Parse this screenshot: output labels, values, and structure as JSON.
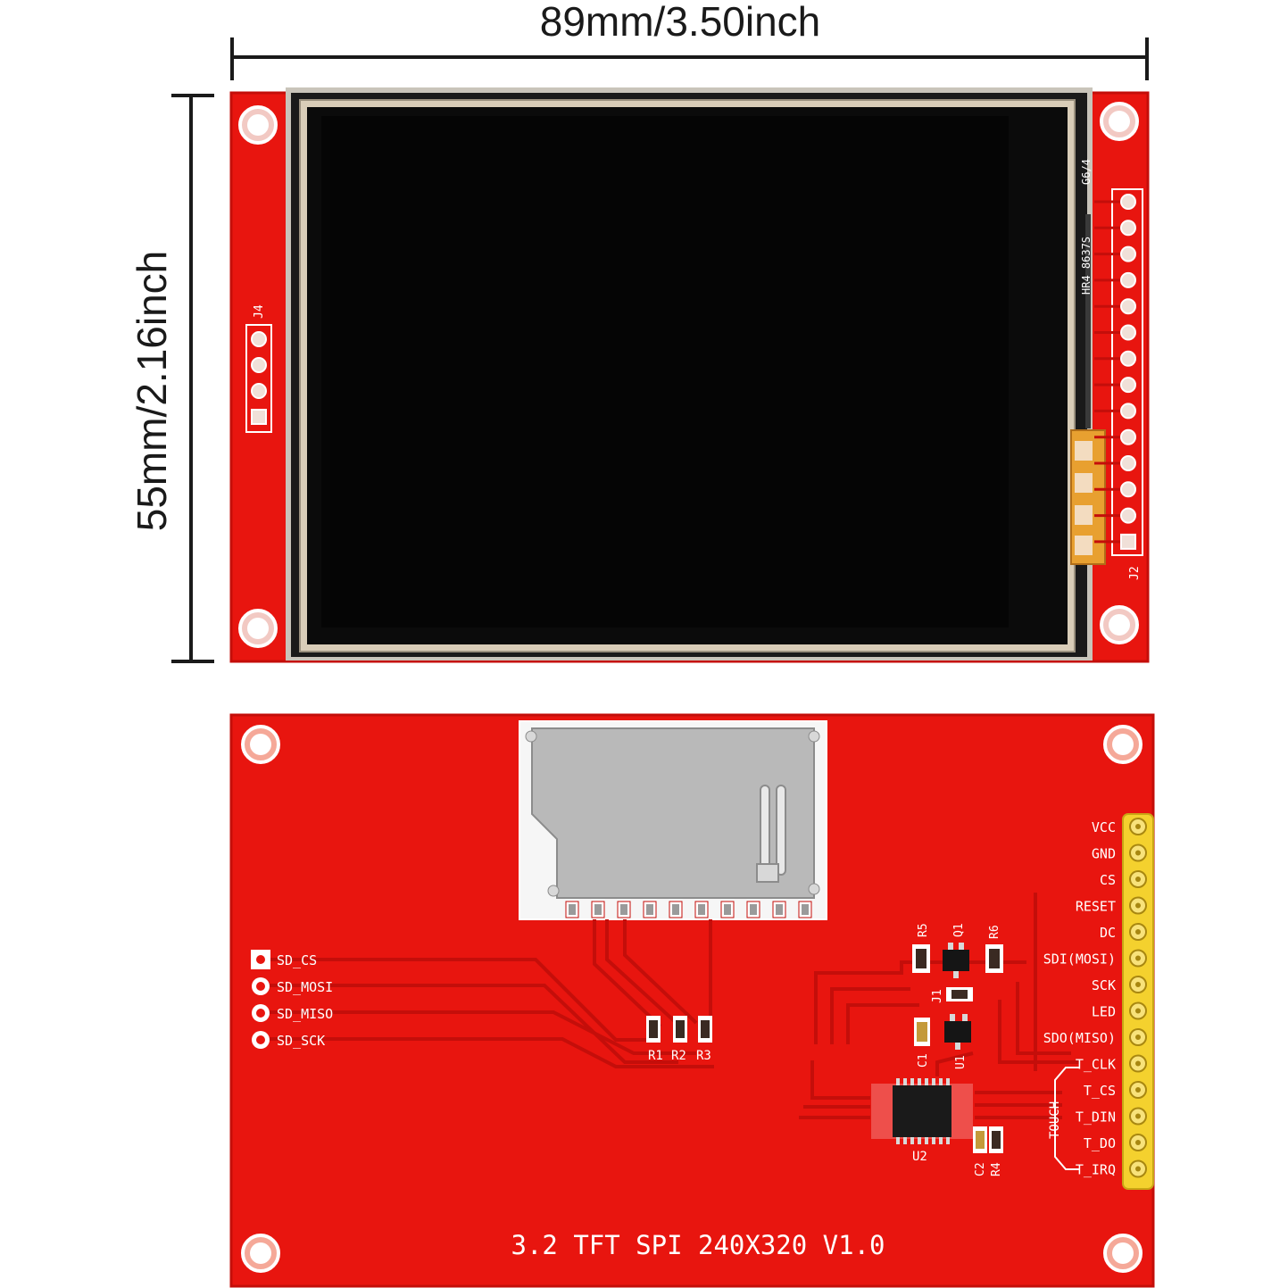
{
  "dimensions": {
    "width_label": "89mm/3.50inch",
    "height_label": "55mm/2.16inch"
  },
  "front": {
    "header_j4": "J4",
    "header_j2": "J2",
    "flex_label_1": "G6/4",
    "flex_label_2": "HR4 8637S"
  },
  "back": {
    "sd_pins": [
      "SD_CS",
      "SD_MOSI",
      "SD_MISO",
      "SD_SCK"
    ],
    "pins": [
      "VCC",
      "GND",
      "CS",
      "RESET",
      "DC",
      "SDI(MOSI)",
      "SCK",
      "LED",
      "SDO(MISO)",
      "T_CLK",
      "T_CS",
      "T_DIN",
      "T_DO",
      "T_IRQ"
    ],
    "touch_label": "TOUCH",
    "components": {
      "r1": "R1",
      "r2": "R2",
      "r3": "R3",
      "r4": "R4",
      "r5": "R5",
      "r6": "R6",
      "c1": "C1",
      "c2": "C2",
      "q1": "Q1",
      "u1": "U1",
      "u2": "U2",
      "j1": "J1"
    },
    "board_title": "3.2 TFT SPI 240X320 V1.0"
  },
  "colors": {
    "pcb_red": "#e8150f",
    "pcb_dark": "#c40e0a",
    "screen": "#050505",
    "header_gold": "#f4d12e"
  }
}
